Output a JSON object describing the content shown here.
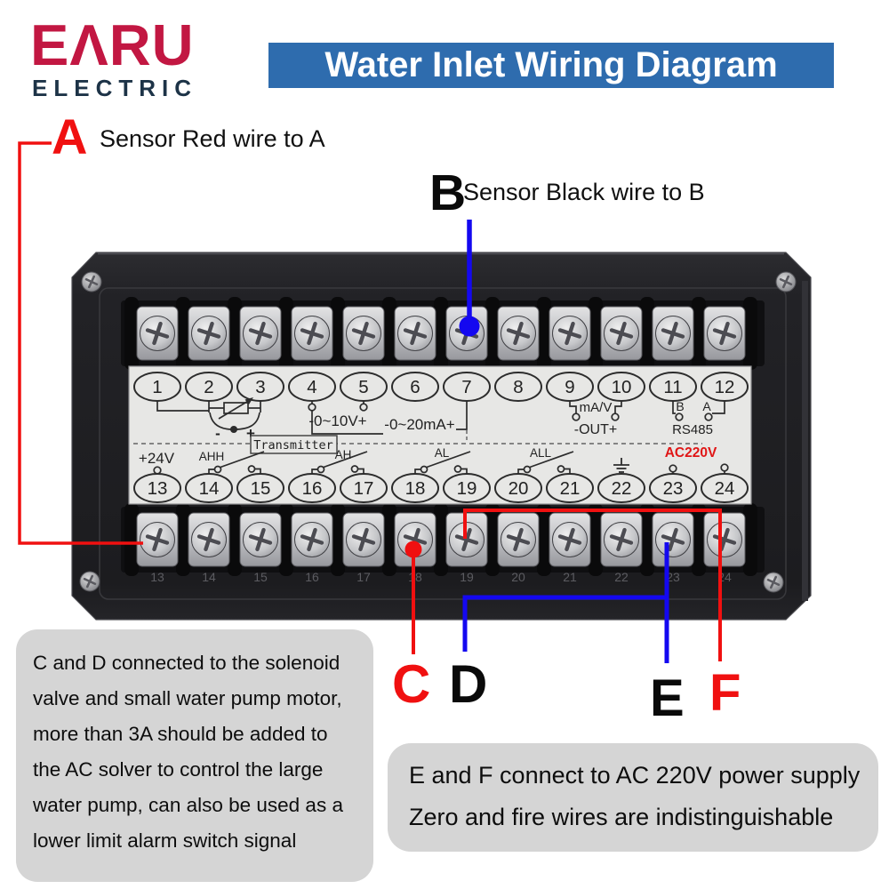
{
  "brand": {
    "logo": "EΛRU",
    "sub": "ELECTRIC"
  },
  "banner": {
    "title": "Water Inlet Wiring Diagram",
    "bg": "#2e6cae"
  },
  "annotations": {
    "a": {
      "letter": "A",
      "text": "Sensor Red wire to A",
      "color": "#f01010"
    },
    "b": {
      "letter": "B",
      "text": "Sensor Black wire to B",
      "color": "#1408f0"
    },
    "c": {
      "letter": "C",
      "color": "#f01010"
    },
    "d": {
      "letter": "D",
      "color": "#0a0a0a"
    },
    "e": {
      "letter": "E",
      "color": "#0a0a0a"
    },
    "f": {
      "letter": "F",
      "color": "#f01010"
    }
  },
  "notes": {
    "cd": "C and D connected to the solenoid valve and small water pump motor, more than 3A should be added to the AC solver to control the large water pump, can also be used as a lower limit alarm switch signal",
    "ef_line1": "E and F connect to AC 220V power supply",
    "ef_line2": "Zero and fire wires are indistinguishable"
  },
  "device": {
    "top_terminals": [
      "1",
      "2",
      "3",
      "4",
      "5",
      "6",
      "7",
      "8",
      "9",
      "10",
      "11",
      "12"
    ],
    "bottom_terminals": [
      "13",
      "14",
      "15",
      "16",
      "17",
      "18",
      "19",
      "20",
      "21",
      "22",
      "23",
      "24"
    ],
    "labels": {
      "v_range": "-0~10V+",
      "ma_range": "-0~20mA+",
      "transmitter": "Transmitter",
      "power": "+24V",
      "ahh": "AHH",
      "ah": "AH",
      "al": "AL",
      "all": "ALL",
      "ma_v": "mA/V",
      "out": "-OUT+",
      "rs_b": "B",
      "rs_a": "A",
      "rs485": "RS485",
      "ac": "AC220V",
      "minus": "-",
      "plus": "+"
    }
  }
}
